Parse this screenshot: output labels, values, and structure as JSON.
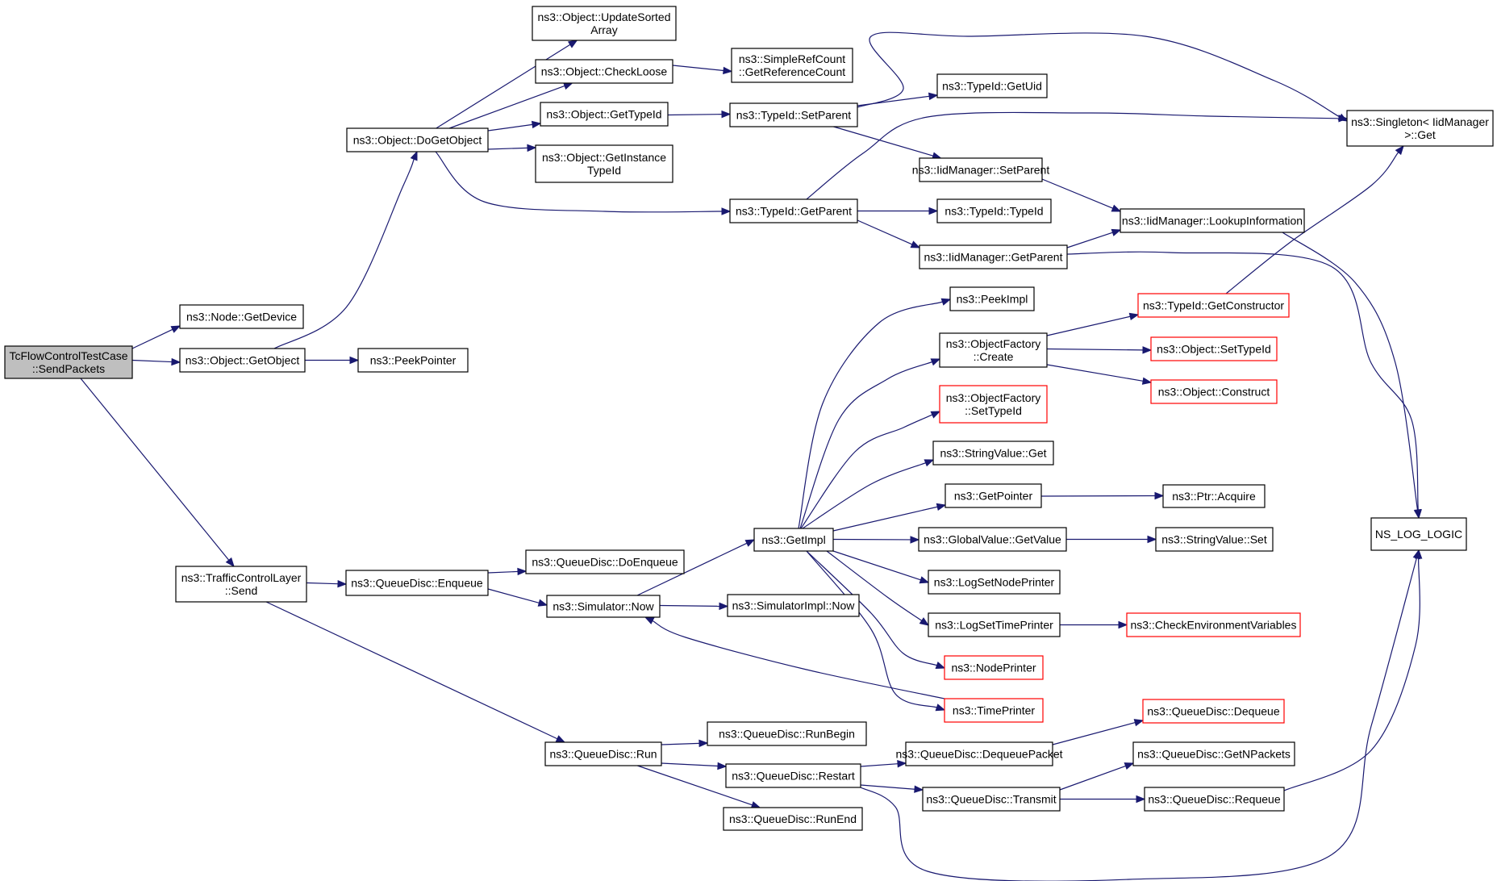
{
  "graph": {
    "colors": {
      "edge": "#191970",
      "node_border": "#000000",
      "truncated_border": "#ff0000",
      "root_fill": "#bfbfbf",
      "node_fill": "#ffffff"
    },
    "nodes": [
      {
        "id": "root",
        "lines": [
          "TcFlowControlTestCase",
          "::SendPackets"
        ],
        "style": "root"
      },
      {
        "id": "getdevice",
        "lines": [
          "ns3::Node::GetDevice"
        ]
      },
      {
        "id": "getobject",
        "lines": [
          "ns3::Object::GetObject"
        ]
      },
      {
        "id": "peekpointer",
        "lines": [
          "ns3::PeekPointer"
        ]
      },
      {
        "id": "dogetobject",
        "lines": [
          "ns3::Object::DoGetObject"
        ]
      },
      {
        "id": "updatesorted",
        "lines": [
          "ns3::Object::UpdateSorted",
          "Array"
        ]
      },
      {
        "id": "checkloose",
        "lines": [
          "ns3::Object::CheckLoose"
        ]
      },
      {
        "id": "getrefcount",
        "lines": [
          "ns3::SimpleRefCount",
          "::GetReferenceCount"
        ]
      },
      {
        "id": "obj_gettypeid",
        "lines": [
          "ns3::Object::GetTypeId"
        ]
      },
      {
        "id": "getinstancetypeid",
        "lines": [
          "ns3::Object::GetInstance",
          "TypeId"
        ]
      },
      {
        "id": "typeid_setparent",
        "lines": [
          "ns3::TypeId::SetParent"
        ]
      },
      {
        "id": "typeid_getuid",
        "lines": [
          "ns3::TypeId::GetUid"
        ]
      },
      {
        "id": "singleton_get",
        "lines": [
          "ns3::Singleton< IidManager",
          ">::Get"
        ]
      },
      {
        "id": "iid_setparent",
        "lines": [
          "ns3::IidManager::SetParent"
        ]
      },
      {
        "id": "typeid_getparent",
        "lines": [
          "ns3::TypeId::GetParent"
        ]
      },
      {
        "id": "typeid_typeid",
        "lines": [
          "ns3::TypeId::TypeId"
        ]
      },
      {
        "id": "iid_lookup",
        "lines": [
          "ns3::IidManager::LookupInformation"
        ]
      },
      {
        "id": "iid_getparent",
        "lines": [
          "ns3::IidManager::GetParent"
        ]
      },
      {
        "id": "ns_log_logic",
        "lines": [
          "NS_LOG_LOGIC"
        ]
      },
      {
        "id": "tcl_send",
        "lines": [
          "ns3::TrafficControlLayer",
          "::Send"
        ]
      },
      {
        "id": "qd_enqueue",
        "lines": [
          "ns3::QueueDisc::Enqueue"
        ]
      },
      {
        "id": "qd_doenqueue",
        "lines": [
          "ns3::QueueDisc::DoEnqueue"
        ]
      },
      {
        "id": "sim_now",
        "lines": [
          "ns3::Simulator::Now"
        ]
      },
      {
        "id": "simimpl_now",
        "lines": [
          "ns3::SimulatorImpl::Now"
        ]
      },
      {
        "id": "getimpl",
        "lines": [
          "ns3::GetImpl"
        ]
      },
      {
        "id": "peekimpl",
        "lines": [
          "ns3::PeekImpl"
        ]
      },
      {
        "id": "of_create",
        "lines": [
          "ns3::ObjectFactory",
          "::Create"
        ]
      },
      {
        "id": "typeid_getconstructor",
        "lines": [
          "ns3::TypeId::GetConstructor"
        ],
        "style": "trunc"
      },
      {
        "id": "obj_settypeid",
        "lines": [
          "ns3::Object::SetTypeId"
        ],
        "style": "trunc"
      },
      {
        "id": "obj_construct",
        "lines": [
          "ns3::Object::Construct"
        ],
        "style": "trunc"
      },
      {
        "id": "of_settypeid",
        "lines": [
          "ns3::ObjectFactory",
          "::SetTypeId"
        ],
        "style": "trunc"
      },
      {
        "id": "sv_get",
        "lines": [
          "ns3::StringValue::Get"
        ]
      },
      {
        "id": "getpointer",
        "lines": [
          "ns3::GetPointer"
        ]
      },
      {
        "id": "ptr_acquire",
        "lines": [
          "ns3::Ptr::Acquire"
        ]
      },
      {
        "id": "gv_getvalue",
        "lines": [
          "ns3::GlobalValue::GetValue"
        ]
      },
      {
        "id": "sv_set",
        "lines": [
          "ns3::StringValue::Set"
        ]
      },
      {
        "id": "lognodeprinter",
        "lines": [
          "ns3::LogSetNodePrinter"
        ]
      },
      {
        "id": "logtimeprinter",
        "lines": [
          "ns3::LogSetTimePrinter"
        ]
      },
      {
        "id": "checkenv",
        "lines": [
          "ns3::CheckEnvironmentVariables"
        ],
        "style": "trunc"
      },
      {
        "id": "nodeprinter",
        "lines": [
          "ns3::NodePrinter"
        ],
        "style": "trunc"
      },
      {
        "id": "timeprinter",
        "lines": [
          "ns3::TimePrinter"
        ],
        "style": "trunc"
      },
      {
        "id": "qd_run",
        "lines": [
          "ns3::QueueDisc::Run"
        ]
      },
      {
        "id": "qd_runbegin",
        "lines": [
          "ns3::QueueDisc::RunBegin"
        ]
      },
      {
        "id": "qd_restart",
        "lines": [
          "ns3::QueueDisc::Restart"
        ]
      },
      {
        "id": "qd_runend",
        "lines": [
          "ns3::QueueDisc::RunEnd"
        ]
      },
      {
        "id": "qd_dequeuepacket",
        "lines": [
          "ns3::QueueDisc::DequeuePacket"
        ]
      },
      {
        "id": "qd_dequeue",
        "lines": [
          "ns3::QueueDisc::Dequeue"
        ],
        "style": "trunc"
      },
      {
        "id": "qd_transmit",
        "lines": [
          "ns3::QueueDisc::Transmit"
        ]
      },
      {
        "id": "qd_getnpackets",
        "lines": [
          "ns3::QueueDisc::GetNPackets"
        ]
      },
      {
        "id": "qd_requeue",
        "lines": [
          "ns3::QueueDisc::Requeue"
        ]
      }
    ],
    "edges": [
      [
        "root",
        "getdevice"
      ],
      [
        "root",
        "getobject"
      ],
      [
        "root",
        "tcl_send"
      ],
      [
        "getobject",
        "peekpointer"
      ],
      [
        "getobject",
        "dogetobject"
      ],
      [
        "dogetobject",
        "updatesorted"
      ],
      [
        "dogetobject",
        "checkloose"
      ],
      [
        "dogetobject",
        "obj_gettypeid"
      ],
      [
        "dogetobject",
        "getinstancetypeid"
      ],
      [
        "dogetobject",
        "typeid_getparent"
      ],
      [
        "checkloose",
        "getrefcount"
      ],
      [
        "obj_gettypeid",
        "typeid_setparent"
      ],
      [
        "typeid_setparent",
        "singleton_get"
      ],
      [
        "typeid_setparent",
        "typeid_getuid"
      ],
      [
        "typeid_setparent",
        "iid_setparent"
      ],
      [
        "typeid_getparent",
        "singleton_get"
      ],
      [
        "typeid_getparent",
        "typeid_typeid"
      ],
      [
        "typeid_getparent",
        "iid_getparent"
      ],
      [
        "iid_setparent",
        "iid_lookup"
      ],
      [
        "iid_getparent",
        "iid_lookup"
      ],
      [
        "iid_getparent",
        "ns_log_logic"
      ],
      [
        "iid_lookup",
        "ns_log_logic"
      ],
      [
        "tcl_send",
        "qd_enqueue"
      ],
      [
        "tcl_send",
        "qd_run"
      ],
      [
        "qd_enqueue",
        "qd_doenqueue"
      ],
      [
        "qd_enqueue",
        "sim_now"
      ],
      [
        "sim_now",
        "simimpl_now"
      ],
      [
        "sim_now",
        "getimpl"
      ],
      [
        "getimpl",
        "peekimpl"
      ],
      [
        "getimpl",
        "of_create"
      ],
      [
        "getimpl",
        "of_settypeid"
      ],
      [
        "getimpl",
        "sv_get"
      ],
      [
        "getimpl",
        "getpointer"
      ],
      [
        "getimpl",
        "gv_getvalue"
      ],
      [
        "getimpl",
        "lognodeprinter"
      ],
      [
        "getimpl",
        "logtimeprinter"
      ],
      [
        "getimpl",
        "nodeprinter"
      ],
      [
        "getimpl",
        "timeprinter"
      ],
      [
        "of_create",
        "typeid_getconstructor"
      ],
      [
        "of_create",
        "obj_settypeid"
      ],
      [
        "of_create",
        "obj_construct"
      ],
      [
        "typeid_getconstructor",
        "singleton_get"
      ],
      [
        "getpointer",
        "ptr_acquire"
      ],
      [
        "gv_getvalue",
        "sv_set"
      ],
      [
        "logtimeprinter",
        "checkenv"
      ],
      [
        "timeprinter",
        "sim_now"
      ],
      [
        "qd_run",
        "qd_runbegin"
      ],
      [
        "qd_run",
        "qd_restart"
      ],
      [
        "qd_run",
        "qd_runend"
      ],
      [
        "qd_restart",
        "qd_dequeuepacket"
      ],
      [
        "qd_restart",
        "qd_transmit"
      ],
      [
        "qd_restart",
        "ns_log_logic"
      ],
      [
        "qd_dequeuepacket",
        "qd_dequeue"
      ],
      [
        "qd_transmit",
        "qd_getnpackets"
      ],
      [
        "qd_transmit",
        "qd_requeue"
      ],
      [
        "qd_requeue",
        "ns_log_logic"
      ]
    ]
  }
}
